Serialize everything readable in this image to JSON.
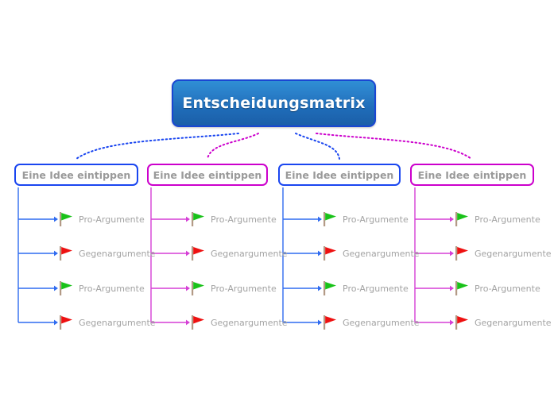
{
  "diagram": {
    "type": "mind-map",
    "title": "Entscheidungsmatrix",
    "background": "#ffffff",
    "colors": {
      "root_border": "#1a46d2",
      "root_fill_top": "#2f8fd4",
      "root_fill_bottom": "#1b5ea8",
      "root_text": "#ffffff",
      "branch_blue": "#1a46f0",
      "branch_magenta": "#cc00cc",
      "branch_text": "#9a9a9a",
      "leaf_text": "#a3a3a3",
      "flag_pro": "#19c219",
      "flag_contra": "#ee1111",
      "flag_pole": "#b39a86"
    },
    "root": {
      "label": "Entscheidungsmatrix"
    },
    "branches": [
      {
        "label": "Eine Idee eintippen",
        "color": "#1a46f0",
        "color_name": "blue",
        "leaves": [
          {
            "label": "Pro-Argumente",
            "flag": "flag-green-icon",
            "flag_color": "#19c219"
          },
          {
            "label": "Gegenargumente",
            "flag": "flag-red-icon",
            "flag_color": "#ee1111"
          },
          {
            "label": "Pro-Argumente",
            "flag": "flag-green-icon",
            "flag_color": "#19c219"
          },
          {
            "label": "Gegenargumente",
            "flag": "flag-red-icon",
            "flag_color": "#ee1111"
          }
        ]
      },
      {
        "label": "Eine Idee eintippen",
        "color": "#cc00cc",
        "color_name": "magenta",
        "leaves": [
          {
            "label": "Pro-Argumente",
            "flag": "flag-green-icon",
            "flag_color": "#19c219"
          },
          {
            "label": "Gegenargumente",
            "flag": "flag-red-icon",
            "flag_color": "#ee1111"
          },
          {
            "label": "Pro-Argumente",
            "flag": "flag-green-icon",
            "flag_color": "#19c219"
          },
          {
            "label": "Gegenargumente",
            "flag": "flag-red-icon",
            "flag_color": "#ee1111"
          }
        ]
      },
      {
        "label": "Eine Idee eintippen",
        "color": "#1a46f0",
        "color_name": "blue",
        "leaves": [
          {
            "label": "Pro-Argumente",
            "flag": "flag-green-icon",
            "flag_color": "#19c219"
          },
          {
            "label": "Gegenargumente",
            "flag": "flag-red-icon",
            "flag_color": "#ee1111"
          },
          {
            "label": "Pro-Argumente",
            "flag": "flag-green-icon",
            "flag_color": "#19c219"
          },
          {
            "label": "Gegenargumente",
            "flag": "flag-red-icon",
            "flag_color": "#ee1111"
          }
        ]
      },
      {
        "label": "Eine Idee eintippen",
        "color": "#cc00cc",
        "color_name": "magenta",
        "leaves": [
          {
            "label": "Pro-Argumente",
            "flag": "flag-green-icon",
            "flag_color": "#19c219"
          },
          {
            "label": "Gegenargumente",
            "flag": "flag-red-icon",
            "flag_color": "#ee1111"
          },
          {
            "label": "Pro-Argumente",
            "flag": "flag-green-icon",
            "flag_color": "#19c219"
          },
          {
            "label": "Gegenargumente",
            "flag": "flag-red-icon",
            "flag_color": "#ee1111"
          }
        ]
      }
    ]
  }
}
